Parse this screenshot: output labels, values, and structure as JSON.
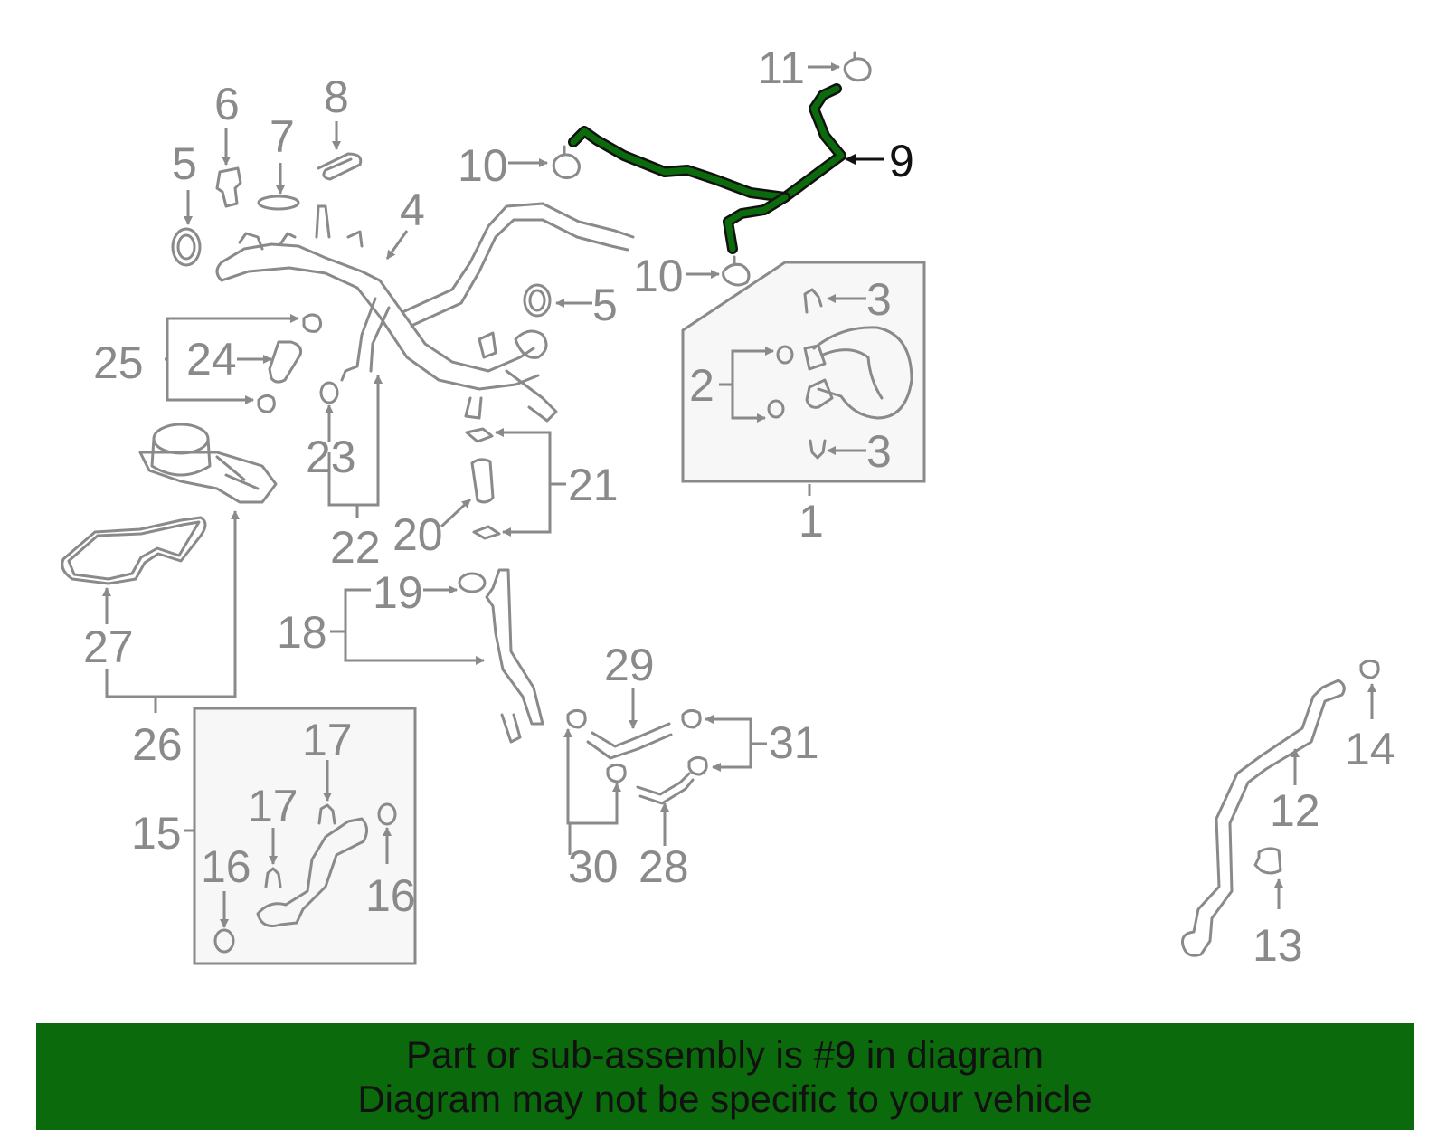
{
  "highlight_color": "#0b6a0b",
  "callouts": {
    "n1": "1",
    "n2": "2",
    "n3a": "3",
    "n3b": "3",
    "n4": "4",
    "n5a": "5",
    "n5b": "5",
    "n6": "6",
    "n7": "7",
    "n8": "8",
    "n9": "9",
    "n10a": "10",
    "n10b": "10",
    "n11": "11",
    "n12": "12",
    "n13": "13",
    "n14": "14",
    "n15": "15",
    "n16a": "16",
    "n16b": "16",
    "n17a": "17",
    "n17b": "17",
    "n18": "18",
    "n19": "19",
    "n20": "20",
    "n21": "21",
    "n22": "22",
    "n23": "23",
    "n24": "24",
    "n25": "25",
    "n26": "26",
    "n27": "27",
    "n28": "28",
    "n29": "29",
    "n30": "30",
    "n31": "31"
  },
  "banner": {
    "line1": "Part or sub-assembly is #9 in diagram",
    "line2": "Diagram may not be specific to your vehicle"
  }
}
